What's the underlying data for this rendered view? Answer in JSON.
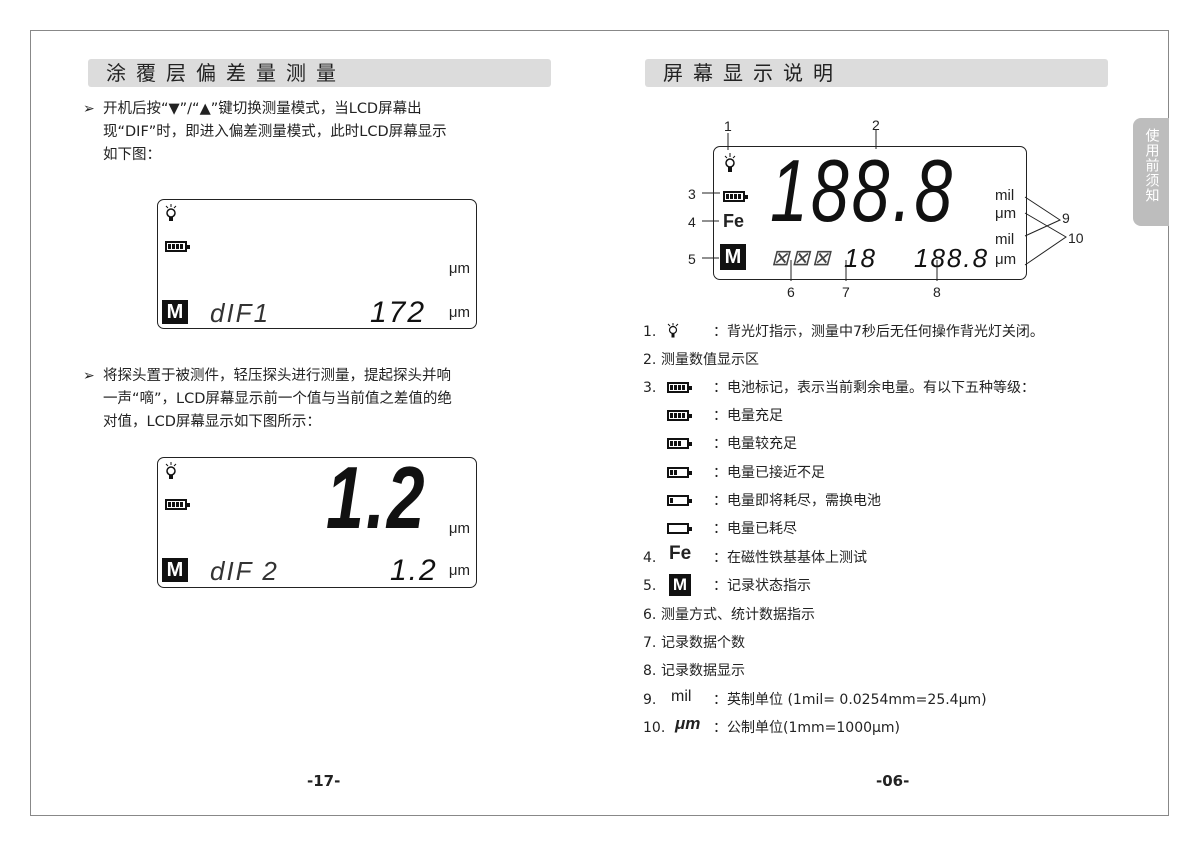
{
  "left_page": {
    "title": "涂覆层偏差量测量",
    "para1": [
      "开机后按“▼”/“▲”键切换测量模式，当LCD屏幕出",
      "现“DIF”时，即进入偏差测量模式，此时LCD屏幕显示",
      "如下图："
    ],
    "lcd1": {
      "mode": "dIF1",
      "value": "172",
      "unit_top": "μm",
      "unit": "μm",
      "m": "M"
    },
    "para2": [
      "将探头置于被测件，轻压探头进行测量，提起探头并响",
      "一声“嘀”，LCD屏幕显示前一个值与当前值之差值的绝",
      "对值，LCD屏幕显示如下图所示："
    ],
    "lcd2": {
      "big": "1.2",
      "mode": "dIF 2",
      "value": "1.2",
      "unit_top": "μm",
      "unit": "μm",
      "m": "M"
    },
    "page_number": "-17-"
  },
  "right_page": {
    "title": "屏幕显示说明",
    "side_tab": "使用前须知",
    "lcd": {
      "big": "188.8",
      "mode": "⊠⊠⊠",
      "count": "18",
      "record": "188.8",
      "fe": "Fe",
      "m": "M",
      "mil": "mil",
      "um": "μm",
      "callouts": [
        "1",
        "2",
        "3",
        "4",
        "5",
        "6",
        "7",
        "8",
        "9",
        "10"
      ]
    },
    "items": [
      {
        "num": "1.",
        "text": "：背光灯指示，测量中7秒后无任何操作背光灯关闭。"
      },
      {
        "num": "2.",
        "text": "测量数值显示区"
      },
      {
        "num": "3.",
        "text": "：电池标记，表示当前剩余电量。有以下五种等级："
      },
      {
        "num": "",
        "text": "：电量充足",
        "bars": 4
      },
      {
        "num": "",
        "text": "：电量较充足",
        "bars": 3
      },
      {
        "num": "",
        "text": "：电量已接近不足",
        "bars": 2
      },
      {
        "num": "",
        "text": "：电量即将耗尽，需换电池",
        "bars": 1
      },
      {
        "num": "",
        "text": "：电量已耗尽",
        "bars": 0
      },
      {
        "num": "4.",
        "icon": "Fe",
        "text": "：在磁性铁基基体上测试"
      },
      {
        "num": "5.",
        "icon": "M",
        "text": "：记录状态指示"
      },
      {
        "num": "6.",
        "text": "测量方式、统计数据指示"
      },
      {
        "num": "7.",
        "text": "记录数据个数"
      },
      {
        "num": "8.",
        "text": "记录数据显示"
      },
      {
        "num": "9.",
        "icon": "mil",
        "text": "：英制单位 (1mil= 0.0254mm=25.4μm)"
      },
      {
        "num": "10.",
        "icon": "μm",
        "text": "：公制单位(1mm=1000μm)"
      }
    ],
    "page_number": "-06-"
  }
}
